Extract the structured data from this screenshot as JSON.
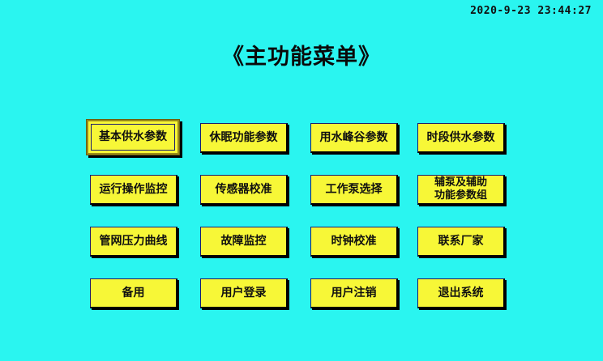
{
  "screen": {
    "background_color": "#2af5f0",
    "title": "《主功能菜单》",
    "clock": "2020-9-23 23:44:27"
  },
  "theme": {
    "button_face": "#f7f737",
    "button_text": "#101010",
    "button_border": "#1b1b6e",
    "button_shadow": "#000000",
    "focus_ring": "#9a8a18"
  },
  "menu": {
    "rows": [
      {
        "buttons": [
          {
            "label": "基本供水参数",
            "focused": true
          },
          {
            "label": "休眠功能参数",
            "focused": false
          },
          {
            "label": "用水峰谷参数",
            "focused": false
          },
          {
            "label": "时段供水参数",
            "focused": false
          }
        ]
      },
      {
        "buttons": [
          {
            "label": "运行操作监控",
            "focused": false
          },
          {
            "label": "传感器校准",
            "focused": false
          },
          {
            "label": "工作泵选择",
            "focused": false
          },
          {
            "label": "辅泵及辅助\n功能参数组",
            "focused": false,
            "two_line": true
          }
        ]
      },
      {
        "buttons": [
          {
            "label": "管网压力曲线",
            "focused": false
          },
          {
            "label": "故障监控",
            "focused": false
          },
          {
            "label": "时钟校准",
            "focused": false
          },
          {
            "label": "联系厂家",
            "focused": false
          }
        ]
      },
      {
        "buttons": [
          {
            "label": "备用",
            "focused": false
          },
          {
            "label": "用户登录",
            "focused": false
          },
          {
            "label": "用户注销",
            "focused": false
          },
          {
            "label": "退出系统",
            "focused": false
          }
        ]
      }
    ]
  }
}
